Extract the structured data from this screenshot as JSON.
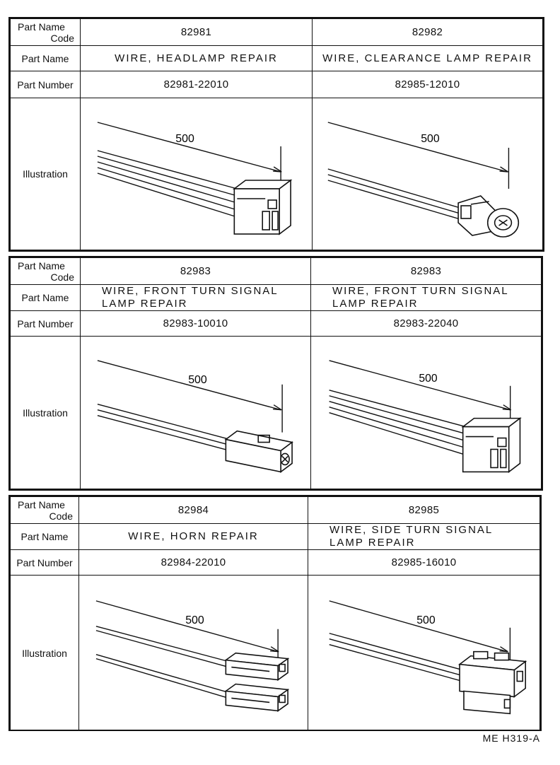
{
  "labels": {
    "code_top": "Part Name",
    "code_bottom": "Code",
    "part_name": "Part Name",
    "part_number": "Part Number",
    "illustration": "Illustration"
  },
  "blocks": [
    {
      "parts": [
        {
          "code": "82981",
          "name": "WIRE, HEADLAMP REPAIR",
          "number": "82981-22010",
          "dimension": "500",
          "connector": "rect-box"
        },
        {
          "code": "82982",
          "name": "WIRE, CLEARANCE LAMP REPAIR",
          "number": "82985-12010",
          "dimension": "500",
          "connector": "round-socket"
        }
      ]
    },
    {
      "parts": [
        {
          "code": "82983",
          "name": "WIRE, FRONT TURN SIGNAL",
          "name2": "LAMP REPAIR",
          "number": "82983-10010",
          "dimension": "500",
          "connector": "small-box"
        },
        {
          "code": "82983",
          "name": "WIRE, FRONT TURN SIGNAL",
          "name2": "LAMP REPAIR",
          "number": "82983-22040",
          "dimension": "500",
          "connector": "rect-box"
        }
      ]
    },
    {
      "parts": [
        {
          "code": "82984",
          "name": "WIRE, HORN REPAIR",
          "number": "82984-22010",
          "dimension": "500",
          "connector": "double-plug"
        },
        {
          "code": "82985",
          "name": "WIRE, SIDE TURN SIGNAL",
          "name2": "LAMP REPAIR",
          "number": "82985-16010",
          "dimension": "500",
          "connector": "side-socket"
        }
      ]
    }
  ],
  "figure_id": "ME H319-A"
}
